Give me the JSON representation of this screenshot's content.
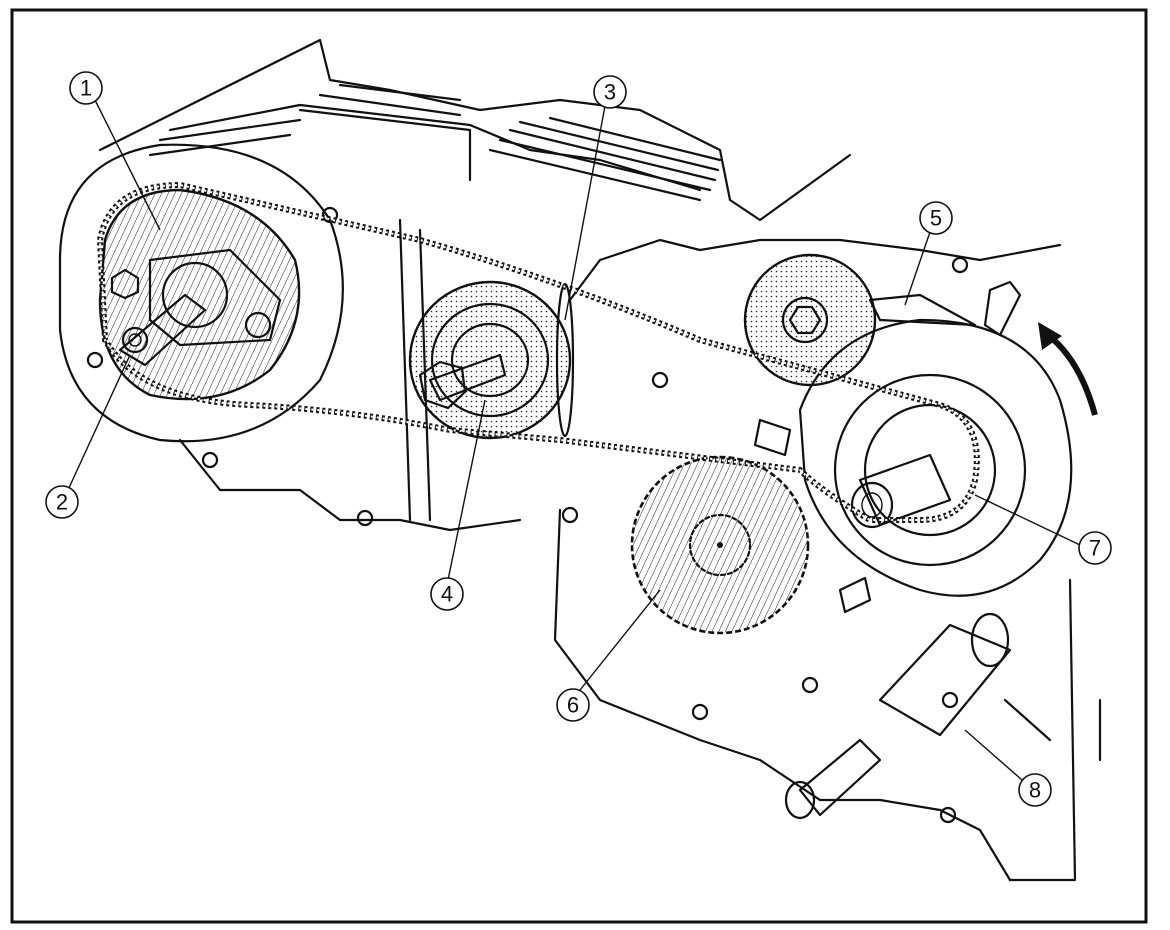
{
  "figure": {
    "description_colors": {
      "ink": "#111111",
      "paper": "#ffffff"
    },
    "callouts": [
      {
        "id": "1",
        "label": "①"
      },
      {
        "id": "2",
        "label": "②"
      },
      {
        "id": "3",
        "label": "③"
      },
      {
        "id": "4",
        "label": "④"
      },
      {
        "id": "5",
        "label": "⑤"
      },
      {
        "id": "6",
        "label": "⑥"
      },
      {
        "id": "7",
        "label": "⑦"
      },
      {
        "id": "8",
        "label": "⑧"
      }
    ],
    "rotation_arrow_icon": "curved-arrow-icon"
  }
}
